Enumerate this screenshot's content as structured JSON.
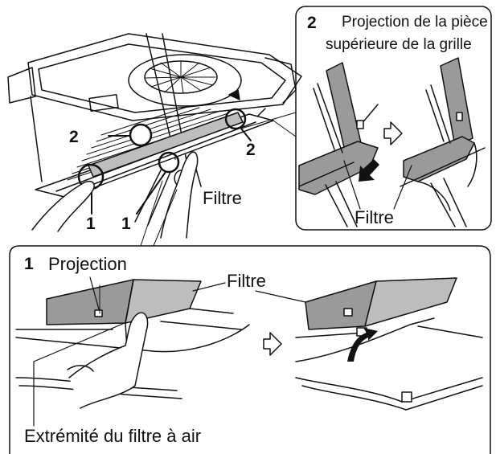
{
  "main_view": {
    "callout_2_left": "2",
    "callout_2_right": "2",
    "callout_1_left": "1",
    "callout_1_right": "1",
    "filter_label": "Filtre"
  },
  "panel_2": {
    "step_number": "2",
    "title_line_1": "Projection de la pièce",
    "title_line_2": "supérieure de la grille",
    "filter_label": "Filtre"
  },
  "panel_1": {
    "step_number": "1",
    "projection_label": "Projection",
    "filter_label": "Filtre",
    "filter_end_label": "Extrémité du filtre à air"
  },
  "colors": {
    "line": "#111111",
    "filter_gray": "#9a9a9a",
    "filter_light": "#bdbdbd",
    "background": "#ffffff"
  },
  "icons": [
    "arrow-right-outline-icon",
    "arrow-right-filled-icon",
    "curved-arrow-icon"
  ]
}
